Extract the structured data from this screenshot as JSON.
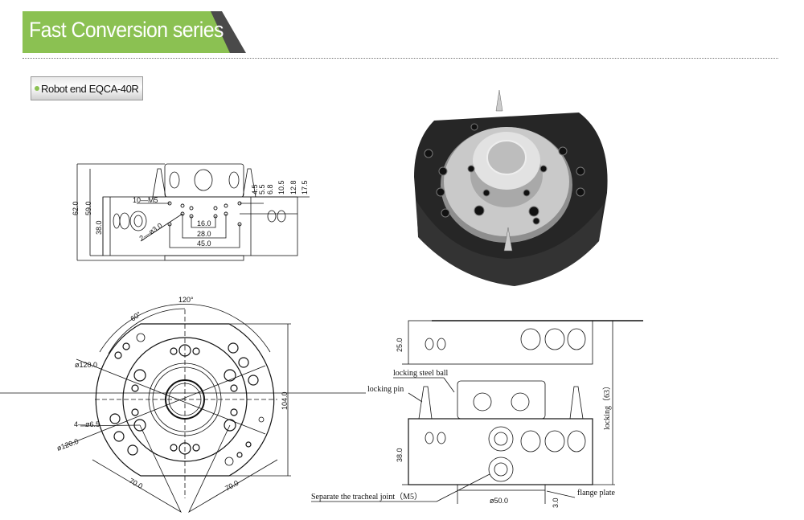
{
  "header": {
    "title": "Fast Conversion series"
  },
  "product_label": "Robot end EQCA-40R",
  "side_view": {
    "dims": [
      "62.0",
      "59.0",
      "38.0",
      "10—M5",
      "2—ø3.0",
      "16.0",
      "28.0",
      "45.0",
      "4.5",
      "5.5",
      "6.8",
      "10.5",
      "12.8",
      "17.5"
    ]
  },
  "top_view": {
    "dims": [
      "120°",
      "60°",
      "ø120.0",
      "4—ø6.5",
      "ø120.0",
      "104.0",
      "70.0",
      "70.0"
    ]
  },
  "assembly_view": {
    "dims": [
      "25.0",
      "38.0",
      "ø50.0",
      "3.0"
    ],
    "callouts": {
      "steel_ball": "locking steel ball",
      "pin": "locking pin",
      "locking": "locking（63）",
      "tracheal": "Separate the tracheal joint（M5）",
      "flange": "flange plate"
    }
  },
  "colors": {
    "banner": "#8bc152",
    "banner_accent": "#4a4a4a",
    "body": "#2b2b2b",
    "metal": "#c8c8c8"
  }
}
